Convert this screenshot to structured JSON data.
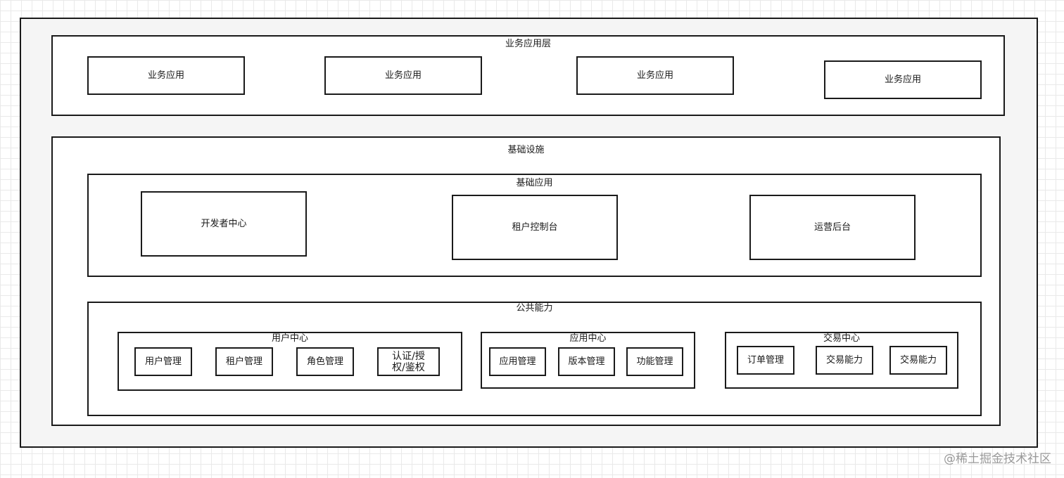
{
  "diagram": {
    "business_layer": {
      "title": "业务应用层",
      "apps": [
        "业务应用",
        "业务应用",
        "业务应用",
        "业务应用"
      ]
    },
    "infrastructure": {
      "title": "基础设施",
      "basic_apps": {
        "title": "基础应用",
        "items": [
          "开发者中心",
          "租户控制台",
          "运营后台"
        ]
      },
      "common_capabilities": {
        "title": "公共能力",
        "user_center": {
          "title": "用户中心",
          "items": [
            "用户管理",
            "租户管理",
            "角色管理",
            "认证/授\n权/鉴权"
          ]
        },
        "app_center": {
          "title": "应用中心",
          "items": [
            "应用管理",
            "版本管理",
            "功能管理"
          ]
        },
        "trade_center": {
          "title": "交易中心",
          "items": [
            "订单管理",
            "交易能力",
            "交易能力"
          ]
        }
      }
    }
  },
  "watermark": "@稀土掘金技术社区"
}
